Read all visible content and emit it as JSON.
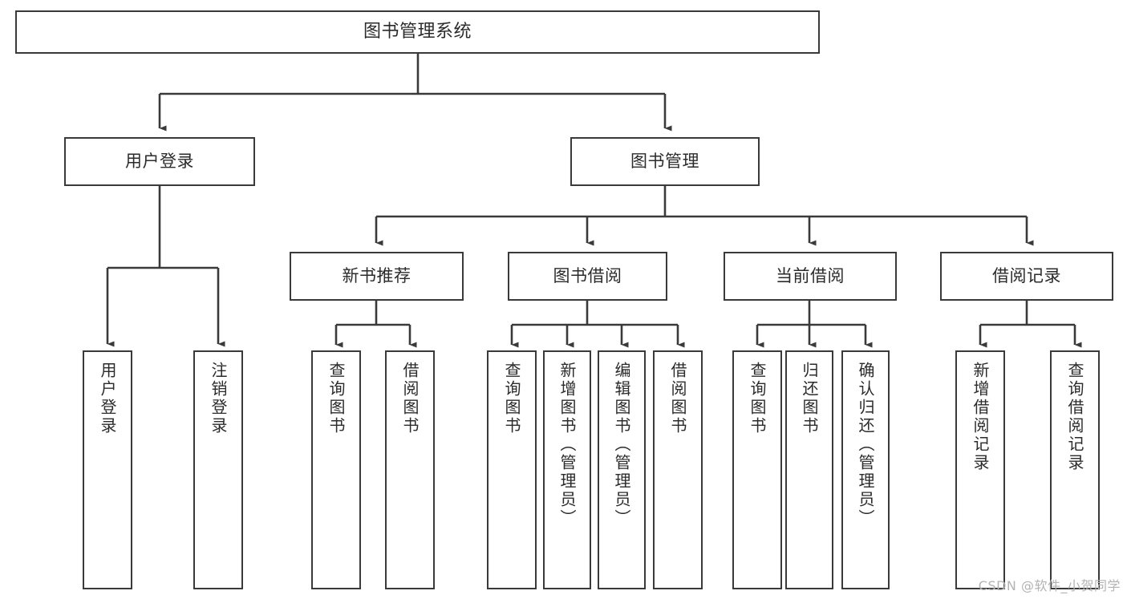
{
  "diagram": {
    "type": "tree",
    "title": "图书管理系统",
    "watermark": "CSDN @软件_小贺同学",
    "colors": {
      "stroke": "#3a3a3a",
      "background": "#ffffff",
      "text": "#2b2b2b",
      "watermark": "#b3b3b3"
    },
    "nodes": {
      "root": {
        "label": "图书管理系统"
      },
      "level2": [
        {
          "id": "user-login",
          "label": "用户登录"
        },
        {
          "id": "book-manage",
          "label": "图书管理"
        }
      ],
      "level3": [
        {
          "id": "new-book-rec",
          "label": "新书推荐"
        },
        {
          "id": "book-borrow",
          "label": "图书借阅"
        },
        {
          "id": "current-borrow",
          "label": "当前借阅"
        },
        {
          "id": "borrow-record",
          "label": "借阅记录"
        }
      ],
      "leaves": [
        {
          "id": "leaf-user-login",
          "label": "用户登录",
          "parent": "user-login"
        },
        {
          "id": "leaf-logout",
          "label": "注销登录",
          "parent": "user-login"
        },
        {
          "id": "leaf-query-book-1",
          "label": "查询图书",
          "parent": "new-book-rec"
        },
        {
          "id": "leaf-borrow-book-1",
          "label": "借阅图书",
          "parent": "new-book-rec"
        },
        {
          "id": "leaf-query-book-2",
          "label": "查询图书",
          "parent": "book-borrow"
        },
        {
          "id": "leaf-add-book",
          "label": "新增图书（管理员）",
          "parent": "book-borrow"
        },
        {
          "id": "leaf-edit-book",
          "label": "编辑图书（管理员）",
          "parent": "book-borrow"
        },
        {
          "id": "leaf-borrow-book-2",
          "label": "借阅图书",
          "parent": "book-borrow"
        },
        {
          "id": "leaf-query-book-3",
          "label": "查询图书",
          "parent": "current-borrow"
        },
        {
          "id": "leaf-return-book",
          "label": "归还图书",
          "parent": "current-borrow"
        },
        {
          "id": "leaf-confirm-return",
          "label": "确认归还（管理员）",
          "parent": "current-borrow"
        },
        {
          "id": "leaf-add-record",
          "label": "新增借阅记录",
          "parent": "borrow-record"
        },
        {
          "id": "leaf-query-record",
          "label": "查询借阅记录",
          "parent": "borrow-record"
        }
      ]
    }
  }
}
